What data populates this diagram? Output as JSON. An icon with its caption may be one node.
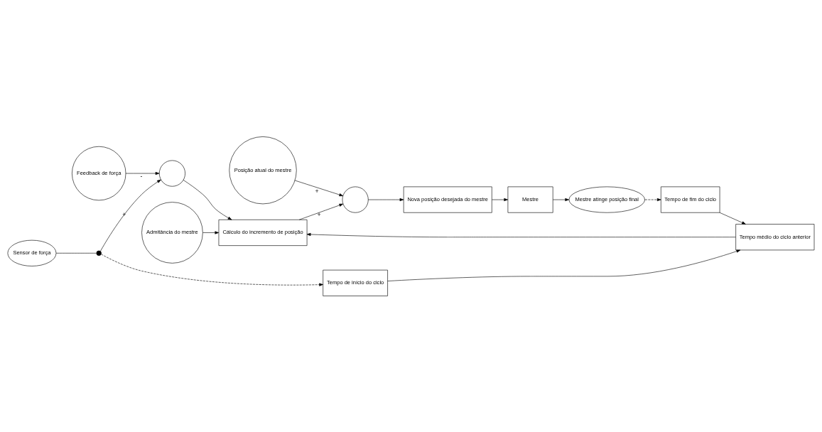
{
  "diagram": {
    "nodes": [
      {
        "text": [
          "Sensor de força"
        ]
      },
      {
        "text": [],
        "shape": "dot"
      },
      {
        "text": [
          "Feedback de força"
        ]
      },
      {
        "text": [],
        "shape": "circle"
      },
      {
        "text": [
          "Admitância do mestre"
        ]
      },
      {
        "text": [
          "Cálculo do incremento de posição"
        ]
      },
      {
        "text": [],
        "shape": "circle"
      },
      {
        "text": [
          "Nova posição desejada do mestre"
        ]
      },
      {
        "text": [
          "Mestre"
        ]
      },
      {
        "text": [
          "Tempo de início do ciclo"
        ]
      },
      {
        "text": [
          "Posição atual do mestre"
        ]
      },
      {
        "text": [
          "Mestre atinge posição final"
        ]
      },
      {
        "text": [
          "Tempo médio do ciclo anterior"
        ]
      },
      {
        "text": [
          "Tempo de fim do ciclo"
        ]
      }
    ],
    "edges": [
      {
        "from": 0,
        "to": 1,
        "arrow": "none"
      },
      {
        "from": 1,
        "to": 3,
        "arrow": "to",
        "label": "+"
      },
      {
        "from": 1,
        "to": 9,
        "arrow": "to",
        "style": "dashed"
      },
      {
        "from": 2,
        "to": 3,
        "arrow": "to",
        "label": "-"
      },
      {
        "from": 3,
        "to": 5,
        "arrow": "to"
      },
      {
        "from": 4,
        "to": 5,
        "arrow": "to"
      },
      {
        "from": 5,
        "to": 6,
        "arrow": "to",
        "label": "+"
      },
      {
        "from": 10,
        "to": 6,
        "arrow": "to",
        "label": "+"
      },
      {
        "from": 6,
        "to": 7,
        "arrow": "to"
      },
      {
        "from": 7,
        "to": 8,
        "arrow": "to"
      },
      {
        "from": 8,
        "to": 11,
        "arrow": "to"
      },
      {
        "from": 11,
        "to": 13,
        "arrow": "to",
        "style": "dashed"
      },
      {
        "from": 13,
        "to": 12,
        "arrow": "to"
      },
      {
        "from": 9,
        "to": 12,
        "arrow": "to"
      },
      {
        "from": 12,
        "to": 5,
        "arrow": "to"
      }
    ]
  }
}
